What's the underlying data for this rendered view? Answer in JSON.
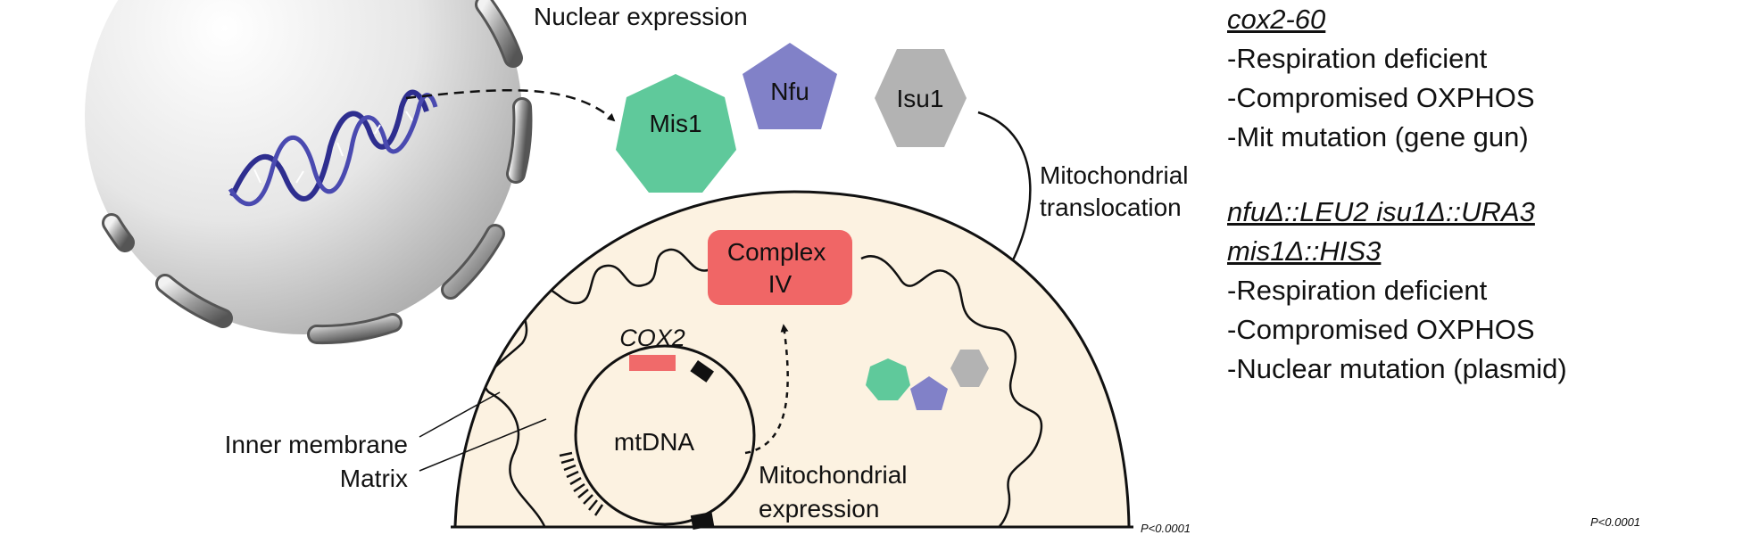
{
  "diagram": {
    "nuclear_expression": "Nuclear expression",
    "proteins": {
      "mis1": "Mis1",
      "nfu": "Nfu",
      "isu1": "Isu1"
    },
    "mito_translocation": [
      "Mitochondrial",
      "translocation"
    ],
    "complex_iv": [
      "Complex",
      "IV"
    ],
    "cox2": "COX2",
    "mtdna": "mtDNA",
    "mito_expression": [
      "Mitochondrial",
      "expression"
    ],
    "inner_membrane": "Inner membrane",
    "matrix": "Matrix",
    "colors": {
      "mis1": "#5fc99b",
      "nfu": "#8181c8",
      "isu1": "#b3b3b3",
      "complex_iv": "#f06666",
      "cox2_gene": "#f06a6a",
      "dna": "#2e2e8f",
      "mitochondrion": "#fcf2e1"
    }
  },
  "strains": [
    {
      "genotype": [
        "cox2-60"
      ],
      "traits": [
        "-Respiration deficient",
        "-Compromised OXPHOS",
        "-Mit mutation (gene gun)"
      ]
    },
    {
      "genotype": [
        "nfuΔ::LEU2 isu1Δ::URA3",
        "mis1Δ::HIS3"
      ],
      "traits": [
        "-Respiration deficient",
        "-Compromised OXPHOS",
        "-Nuclear mutation (plasmid)"
      ]
    }
  ],
  "footnotes": {
    "p_left": "P<0.0001",
    "p_right": "P<0.0001"
  }
}
